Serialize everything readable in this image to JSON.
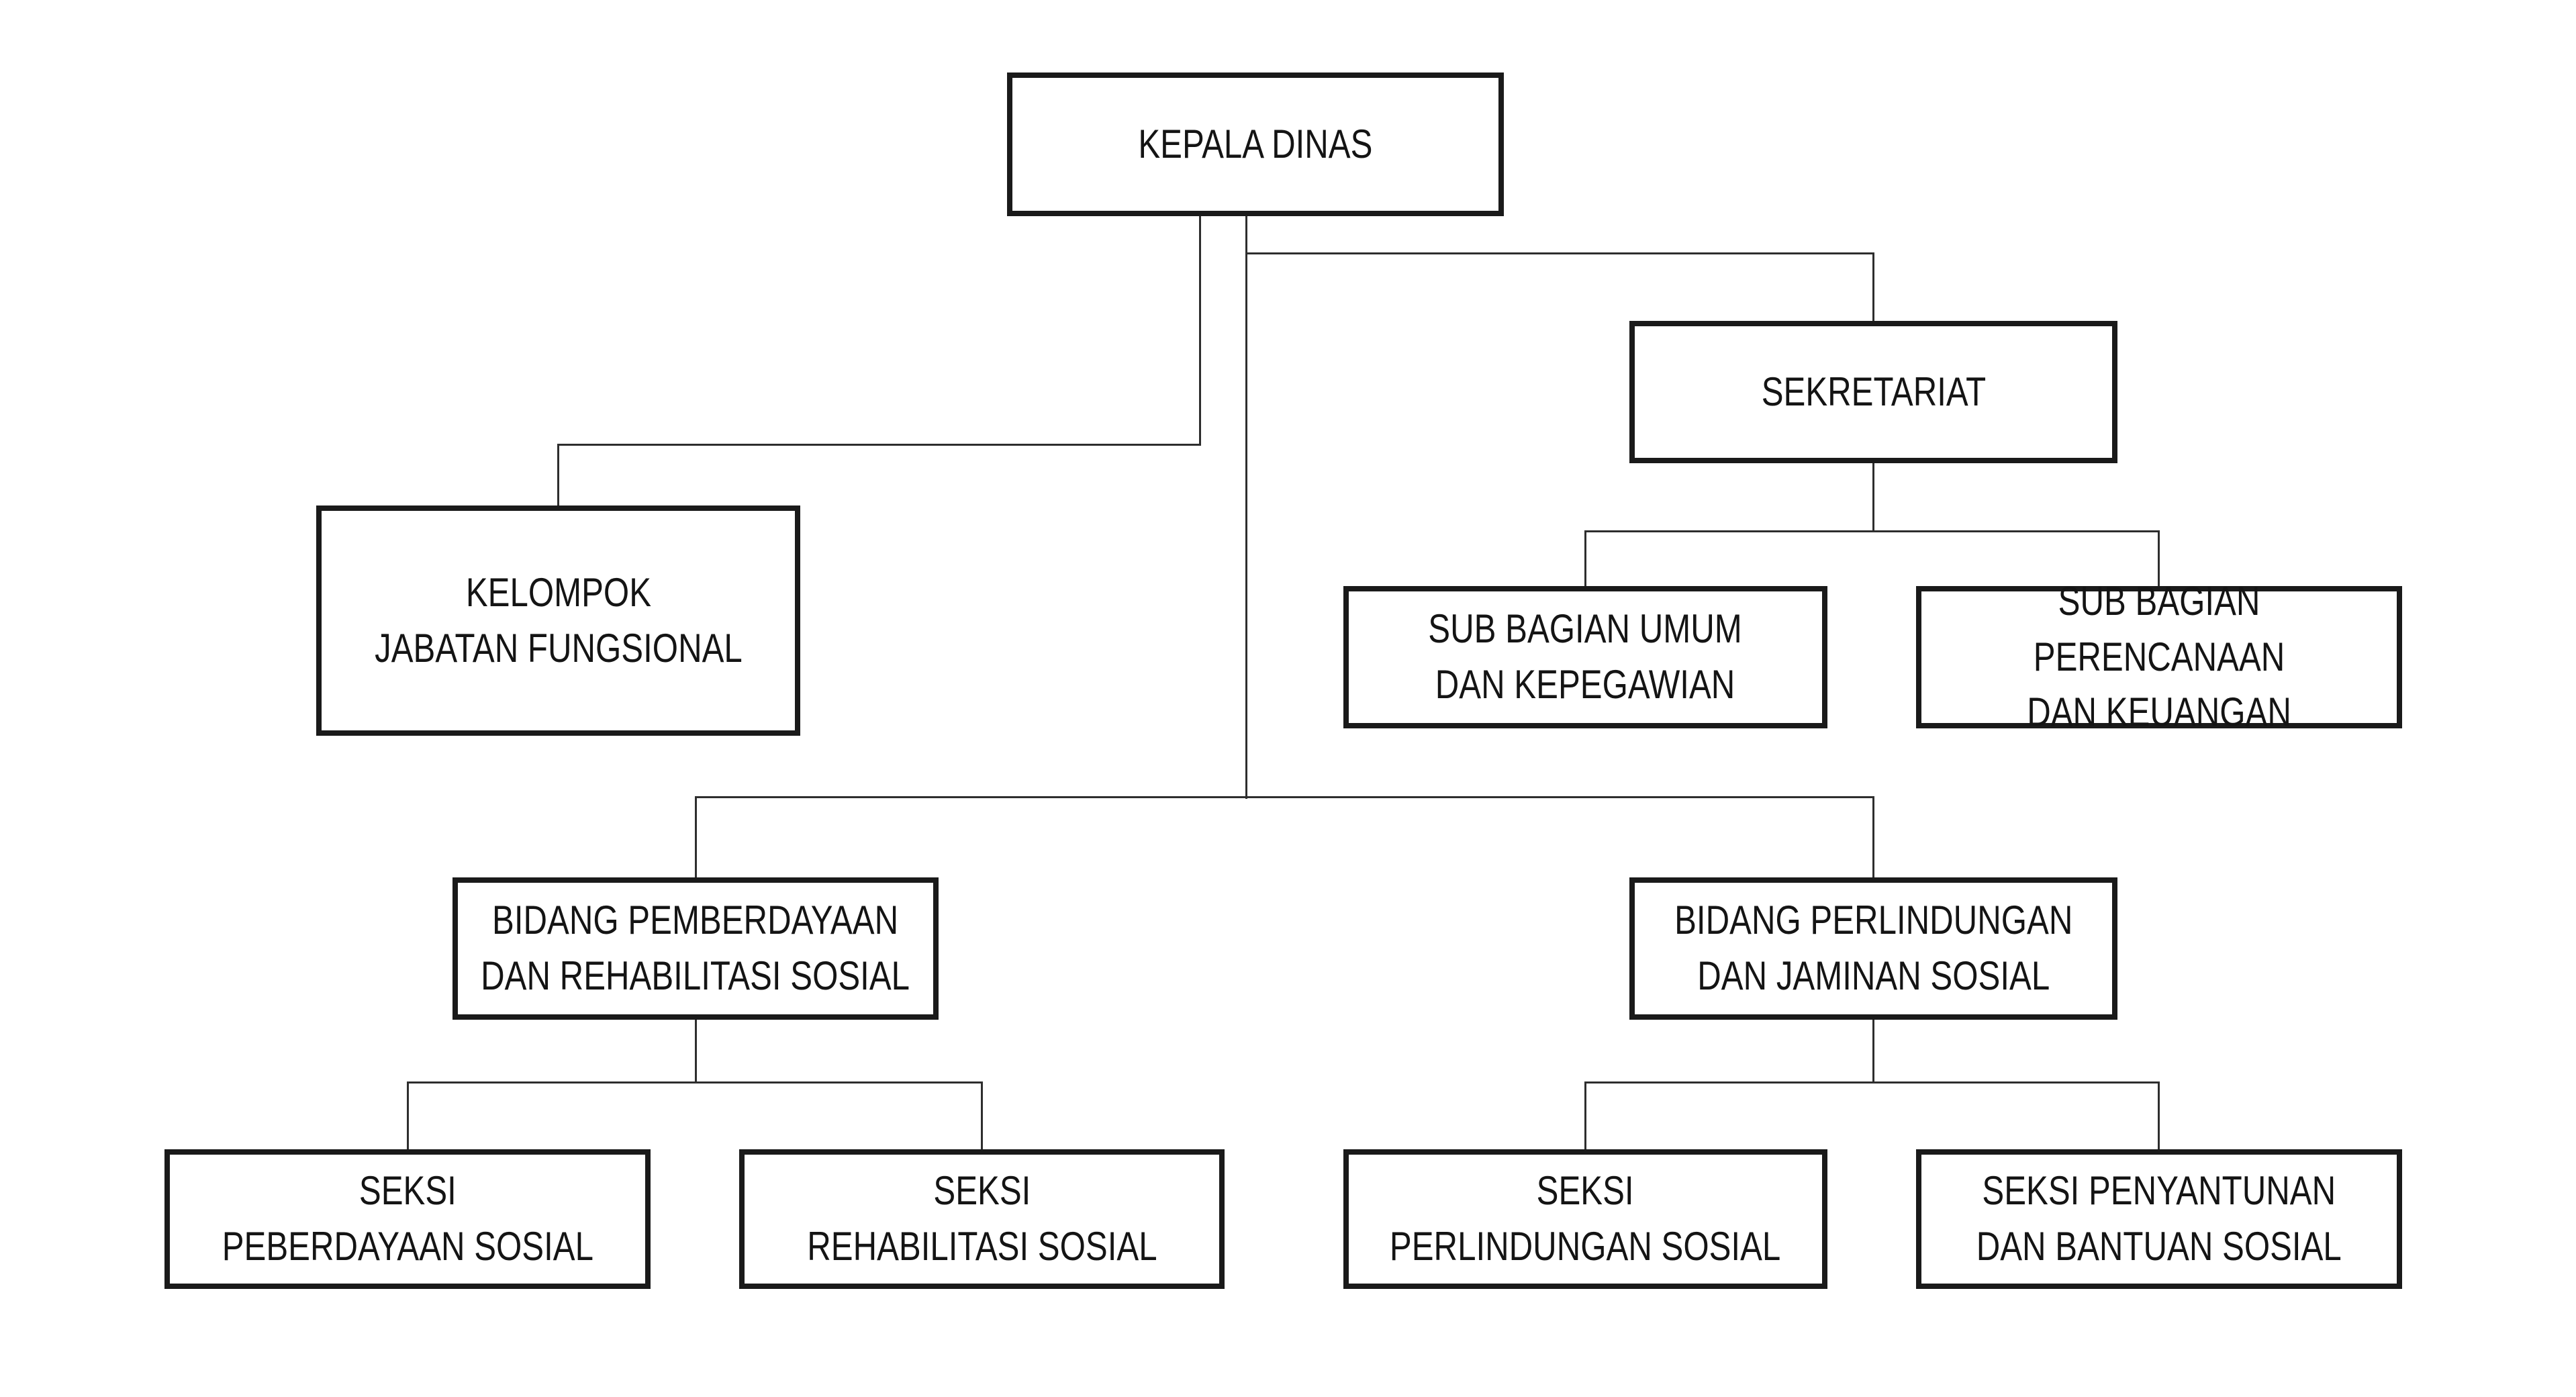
{
  "diagram": {
    "type": "org-chart",
    "colors": {
      "background": "#ffffff",
      "box_fill": "#ffffff",
      "box_border": "#1a1a1a",
      "connector": "#2e2e2e",
      "text": "#141414"
    },
    "nodes": [
      {
        "id": "kepala-dinas",
        "label": "KEPALA DINAS",
        "reports_to": null
      },
      {
        "id": "kelompok-jabatan-fungsional",
        "label": "KELOMPOK\nJABATAN FUNGSIONAL",
        "reports_to": "kepala-dinas"
      },
      {
        "id": "sekretariat",
        "label": "SEKRETARIAT",
        "reports_to": "kepala-dinas"
      },
      {
        "id": "sub-bagian-umum-dan-kepegawian",
        "label": "SUB BAGIAN UMUM\nDAN KEPEGAWIAN",
        "reports_to": "sekretariat"
      },
      {
        "id": "sub-bagian-perencanaan-dan-keuangan",
        "label": "SUB BAGIAN\nPERENCANAAN\nDAN KEUANGAN",
        "reports_to": "sekretariat"
      },
      {
        "id": "bidang-pemberdayaan-dan-rehabilitasi-sosial",
        "label": "BIDANG PEMBERDAYAAN\nDAN REHABILITASI SOSIAL",
        "reports_to": "kepala-dinas"
      },
      {
        "id": "bidang-perlindungan-dan-jaminan-sosial",
        "label": "BIDANG PERLINDUNGAN\nDAN JAMINAN SOSIAL",
        "reports_to": "kepala-dinas"
      },
      {
        "id": "seksi-peberdayaan-sosial",
        "label": "SEKSI\nPEBERDAYAAN SOSIAL",
        "reports_to": "bidang-pemberdayaan-dan-rehabilitasi-sosial"
      },
      {
        "id": "seksi-rehabilitasi-sosial",
        "label": "SEKSI\nREHABILITASI SOSIAL",
        "reports_to": "bidang-pemberdayaan-dan-rehabilitasi-sosial"
      },
      {
        "id": "seksi-perlindungan-sosial",
        "label": "SEKSI\nPERLINDUNGAN SOSIAL",
        "reports_to": "bidang-perlindungan-dan-jaminan-sosial"
      },
      {
        "id": "seksi-penyantunan-dan-bantuan-sosial",
        "label": "SEKSI PENYANTUNAN\nDAN BANTUAN SOSIAL",
        "reports_to": "bidang-perlindungan-dan-jaminan-sosial"
      }
    ]
  }
}
